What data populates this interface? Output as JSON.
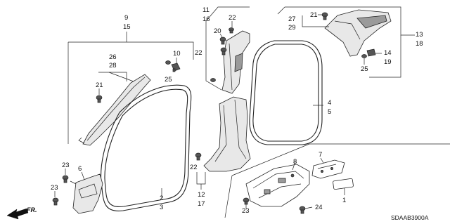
{
  "callouts": {
    "c9": "9",
    "c15": "15",
    "c11": "11",
    "c16": "16",
    "c22a": "22",
    "c20": "20",
    "c22b": "22",
    "c26": "26",
    "c28": "28",
    "c21a": "21",
    "c10": "10",
    "c25a": "25",
    "c27": "27",
    "c29": "29",
    "c21b": "21",
    "c13": "13",
    "c18": "18",
    "c14": "14",
    "c19": "19",
    "c25b": "25",
    "c4": "4",
    "c5": "5",
    "c22c": "22",
    "c12": "12",
    "c17": "17",
    "c7": "7",
    "c8": "8",
    "c1": "1",
    "c23a": "23",
    "c6": "6",
    "c23b": "23",
    "c2": "2",
    "c3": "3",
    "c23c": "23",
    "c24": "24"
  },
  "direction_label": "FR.",
  "diagram_code": "SDAAB3900A"
}
